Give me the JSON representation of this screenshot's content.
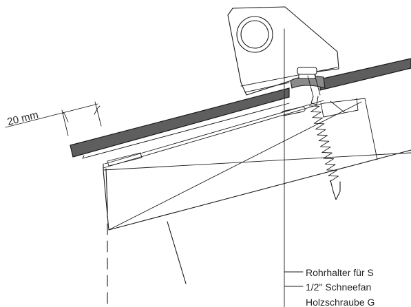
{
  "dimension": {
    "label": "20 mm"
  },
  "callouts": [
    {
      "text": "Rohrhalter für S"
    },
    {
      "text": "1/2\" Schneefan"
    },
    {
      "text": "Holzschraube G"
    }
  ],
  "colors": {
    "roof_panel": "#5e5e5e",
    "line": "#1a1a1a",
    "screw_pad": "#8a8a8a"
  }
}
